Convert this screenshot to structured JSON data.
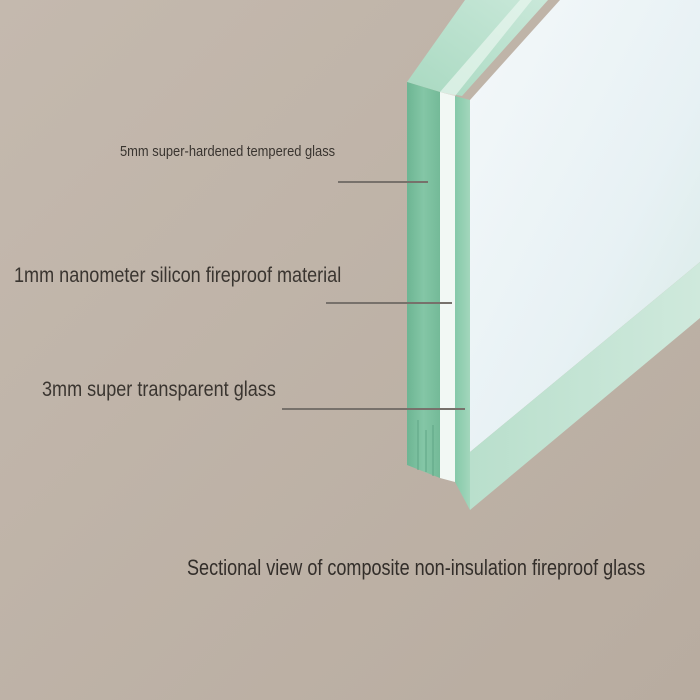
{
  "layers": [
    {
      "label": "5mm super-hardened tempered glass"
    },
    {
      "label": "1mm nanometer silicon fireproof material"
    },
    {
      "label": "3mm super transparent glass"
    }
  ],
  "caption": "Sectional view of composite non-insulation fireproof glass",
  "colors": {
    "background": "#bfb3a8",
    "tempered_glass_edge": "#7cc1a0",
    "fireproof_layer": "#f1f7f3",
    "transparent_glass_face": "#eef4f6",
    "leader_line": "#77716b",
    "text": "#3a3530"
  }
}
